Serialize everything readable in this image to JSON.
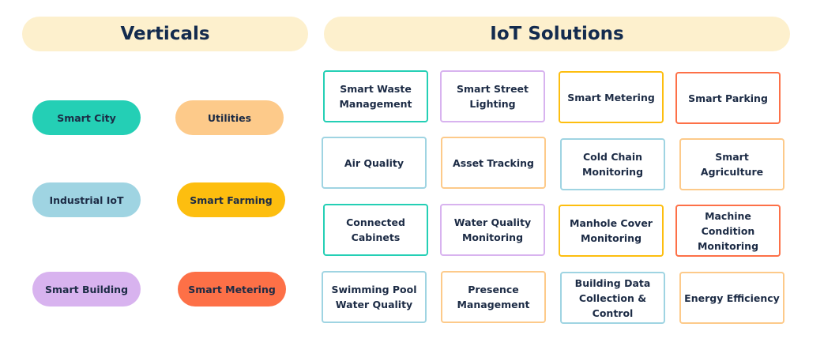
{
  "headers": {
    "verticals": "Verticals",
    "solutions": "IoT Solutions"
  },
  "colors": {
    "banner_bg": "#fdf0cd",
    "teal": "#24cfb5",
    "peach": "#fdca8a",
    "light_blue": "#9fd4e2",
    "amber": "#fdbe0f",
    "lavender": "#d8b3ef",
    "coral": "#fd7047"
  },
  "verticals": [
    {
      "label": "Smart City",
      "color": "#24cfb5"
    },
    {
      "label": "Utilities",
      "color": "#fdca8a"
    },
    {
      "label": "Industrial IoT",
      "color": "#9fd4e2"
    },
    {
      "label": "Smart Farming",
      "color": "#fdbe0f"
    },
    {
      "label": "Smart Building",
      "color": "#d8b3ef"
    },
    {
      "label": "Smart Metering",
      "color": "#fd7047"
    }
  ],
  "solutions": [
    {
      "label": "Smart Waste Management",
      "border": "#24cfb5"
    },
    {
      "label": "Smart Street Lighting",
      "border": "#d8b3ef"
    },
    {
      "label": "Smart Metering",
      "border": "#fdbe0f"
    },
    {
      "label": "Smart Parking",
      "border": "#fd7047"
    },
    {
      "label": "Air Quality",
      "border": "#9fd4e2"
    },
    {
      "label": "Asset Tracking",
      "border": "#fdca8a"
    },
    {
      "label": "Cold Chain Monitoring",
      "border": "#9fd4e2"
    },
    {
      "label": "Smart Agriculture",
      "border": "#fdca8a"
    },
    {
      "label": "Connected Cabinets",
      "border": "#24cfb5"
    },
    {
      "label": "Water Quality Monitoring",
      "border": "#d8b3ef"
    },
    {
      "label": "Manhole Cover Monitoring",
      "border": "#fdbe0f"
    },
    {
      "label": "Machine Condition Monitoring",
      "border": "#fd7047"
    },
    {
      "label": "Swimming Pool Water Quality",
      "border": "#9fd4e2"
    },
    {
      "label": "Presence Management",
      "border": "#fdca8a"
    },
    {
      "label": "Building Data Collection & Control",
      "border": "#9fd4e2"
    },
    {
      "label": "Energy Efficiency",
      "border": "#fdca8a"
    }
  ]
}
